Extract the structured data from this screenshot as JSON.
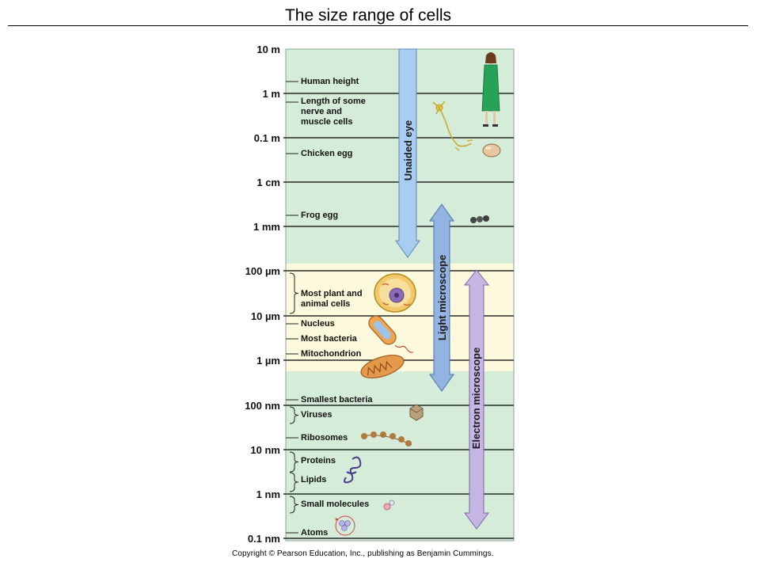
{
  "slide": {
    "title": "The size range of cells",
    "credit": "Copyright © Pearson Education, Inc., publishing as Benjamin Cummings."
  },
  "colors": {
    "chart_bg": "#d5ecd8",
    "highlight_band": "#fdf9dc",
    "unaided_eye_arrow": "#a9cdf0",
    "light_microscope_arrow": "#93b4e3",
    "electron_microscope_arrow": "#c5b6e3"
  },
  "scale_labels": [
    "10 m",
    "1 m",
    "0.1 m",
    "1 cm",
    "1 mm",
    "100 µm",
    "10  µm",
    "1  µm",
    "100 nm",
    "10 nm",
    "1 nm",
    "0.1 nm"
  ],
  "items": [
    {
      "key": "human",
      "lines": [
        "Human height"
      ]
    },
    {
      "key": "nerve",
      "lines": [
        "Length of some",
        "nerve and",
        "muscle cells"
      ]
    },
    {
      "key": "chicken",
      "lines": [
        "Chicken egg"
      ]
    },
    {
      "key": "frog",
      "lines": [
        "Frog egg"
      ]
    },
    {
      "key": "cells",
      "lines": [
        "Most plant and",
        "animal cells"
      ]
    },
    {
      "key": "nucleus",
      "lines": [
        "Nucleus"
      ]
    },
    {
      "key": "bacteria",
      "lines": [
        "Most bacteria"
      ]
    },
    {
      "key": "mito",
      "lines": [
        "Mitochondrion"
      ]
    },
    {
      "key": "smallbact",
      "lines": [
        "Smallest bacteria"
      ]
    },
    {
      "key": "viruses",
      "lines": [
        "Viruses"
      ]
    },
    {
      "key": "ribosomes",
      "lines": [
        "Ribosomes"
      ]
    },
    {
      "key": "proteins",
      "lines": [
        "Proteins"
      ]
    },
    {
      "key": "lipids",
      "lines": [
        "Lipids"
      ]
    },
    {
      "key": "smallmol",
      "lines": [
        "Small molecules"
      ]
    },
    {
      "key": "atoms",
      "lines": [
        "Atoms"
      ]
    }
  ],
  "ranges": [
    {
      "key": "unaided",
      "label": "Unaided eye"
    },
    {
      "key": "light",
      "label": "Light microscope"
    },
    {
      "key": "electron",
      "label": "Electron microscope"
    }
  ]
}
